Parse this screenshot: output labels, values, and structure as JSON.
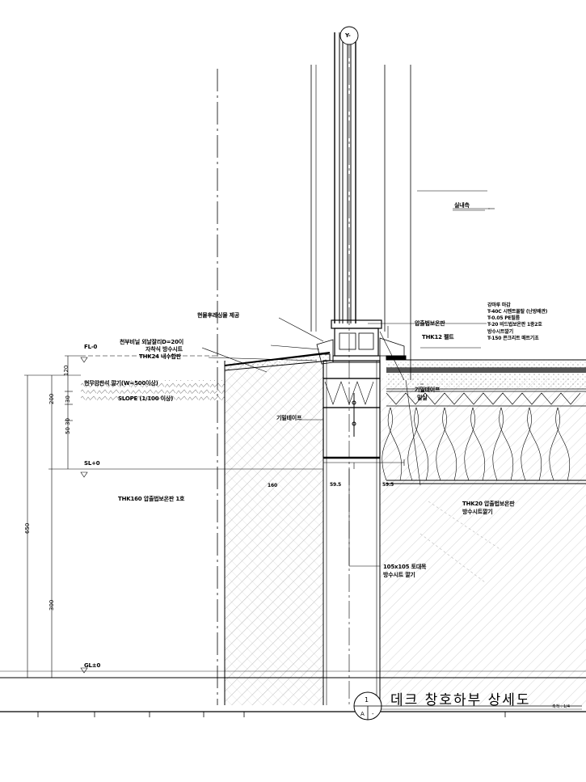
{
  "drawing": {
    "grid_marker": "Y-",
    "room_label": "실내측",
    "level_fl": "FL-0",
    "level_sl": "SL+0",
    "level_gl": "GL±0",
    "title": "데크 창호하부 상세도",
    "detail_number": "1",
    "detail_sheet": "A",
    "detail_sheet_ref": "-",
    "scale": "축척 : 1/4"
  },
  "notes_left": {
    "flashing": "현물후레싱물 제공",
    "membrane_line1": "천부비닐 외날잘리D=20이",
    "membrane_line2": "자착식 방수시트",
    "plywood": "THK24 내수합판",
    "slope_note": "현무암판석 깔기(W=500이상)",
    "slope": "SLOPE (1/100 이상)",
    "tape": "기밀테이프",
    "insulation_lower": "THK160 압출법보온판 1호",
    "dim_160": "160"
  },
  "notes_right": {
    "insulation_top": "압출법보온판",
    "felt": "THK12 펠트",
    "finish_1": "강마루 마감",
    "finish_2": "T-40C 시멘트몰탈 (난방배관)",
    "finish_3": "T-0.05 PE필름",
    "finish_4": "T-20 비드법보온판 1종2호",
    "finish_5": "방수시트깔기",
    "finish_6": "T-150 콘크리트 매트기초",
    "tape_right_1": "기밀테이프",
    "tape_right_2": "밀실",
    "insulation_bottom_1": "THK20 압출법보온판",
    "insulation_bottom_2": "방수시트깔기",
    "timber_1": "105x105 토대목",
    "timber_2": "방수시트 깔기",
    "dim_59a": "59.5",
    "dim_59b": "59.5"
  },
  "dimensions": {
    "d120": "120",
    "d200": "200",
    "d30": "30",
    "d50": "50 30",
    "d650": "650",
    "d300": "300"
  }
}
